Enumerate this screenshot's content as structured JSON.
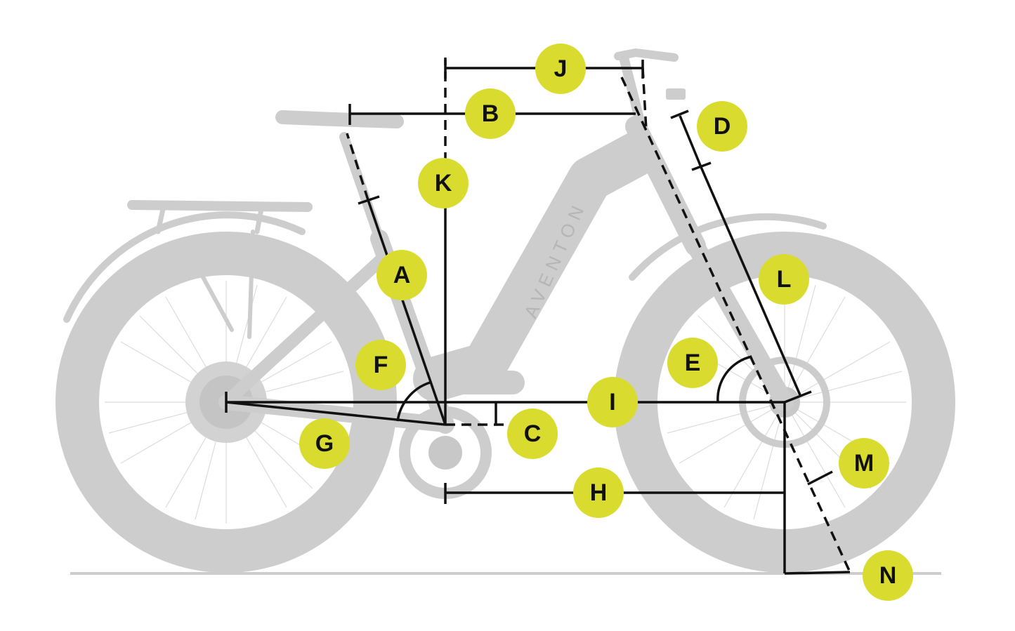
{
  "colors": {
    "badge_fill": "#d9dc2f",
    "line": "#111111",
    "bike": "#cdcdcd",
    "ground": "#cdcdcd"
  },
  "brand_text": "AVENTON",
  "labels": {
    "A": "A",
    "B": "B",
    "C": "C",
    "D": "D",
    "E": "E",
    "F": "F",
    "G": "G",
    "H": "H",
    "I": "I",
    "J": "J",
    "K": "K",
    "L": "L",
    "M": "M",
    "N": "N"
  }
}
